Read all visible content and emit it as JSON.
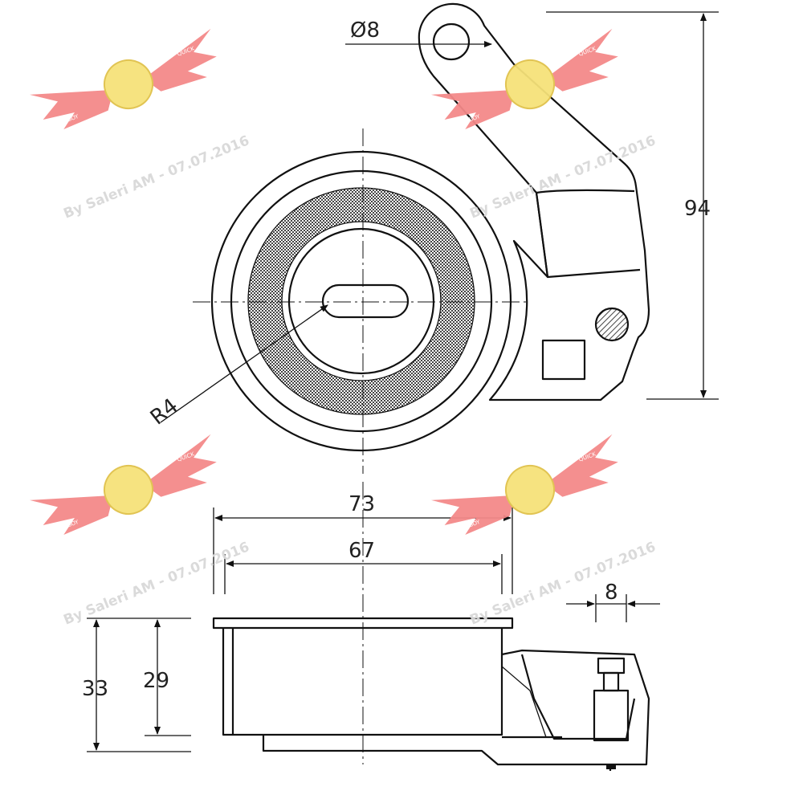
{
  "dimensions": {
    "hole_diameter": "Ø8",
    "height_total": "94",
    "slot_radius": "R4",
    "flange_width": "73",
    "body_width": "67",
    "bracket_width": "8",
    "height_outer": "33",
    "height_inner": "29"
  },
  "watermark": {
    "text": "By Saleri AM - 07.07.2016",
    "logo_words": [
      "AIRBOY",
      "QUICK",
      "SERVICE"
    ],
    "colors": {
      "wing": "#f48a8a",
      "badge": "#f6e27a",
      "text": "#d9d9d9"
    }
  }
}
